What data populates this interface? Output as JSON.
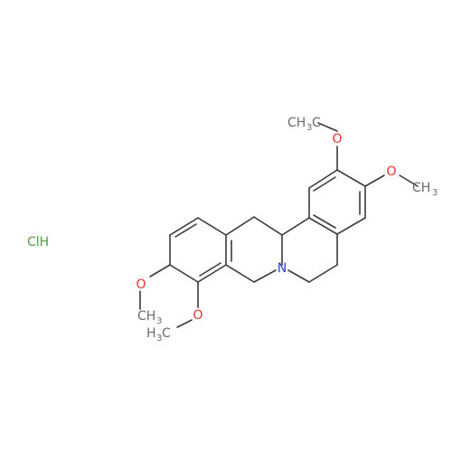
{
  "molecule": {
    "salt": "ClH",
    "nitrogen": "N",
    "methoxy_groups": [
      {
        "oxygen": "O",
        "methyl": "CH",
        "sub": "3"
      },
      {
        "oxygen": "O",
        "methyl": "CH",
        "sub": "3"
      },
      {
        "oxygen": "O",
        "methyl": "CH",
        "sub": "3"
      },
      {
        "oxygen": "O",
        "methyl": "CH",
        "sub": "3"
      }
    ],
    "colors": {
      "bond": "#3a3a3a",
      "oxygen": "#e8322c",
      "nitrogen": "#2b3fd6",
      "chlorine": "#4fa040",
      "carbon_label": "#6b6b6b"
    }
  }
}
